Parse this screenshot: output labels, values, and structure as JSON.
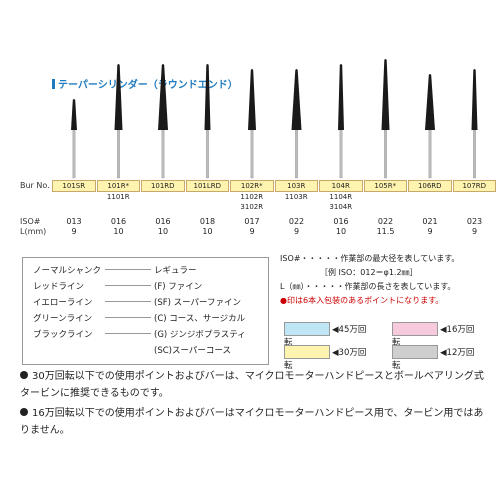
{
  "title": "テーパーシリンダー（ラウンドエンド）",
  "bur_no_label": "Bur No.",
  "iso_label": "ISO#",
  "len_label": "L(mm)",
  "burs": [
    {
      "code": "101SR",
      "sub": "",
      "iso": "013",
      "len": "9"
    },
    {
      "code": "101R*",
      "sub": "1101R",
      "iso": "016",
      "len": "10"
    },
    {
      "code": "101RD",
      "sub": "",
      "iso": "016",
      "len": "10"
    },
    {
      "code": "101LRD",
      "sub": "",
      "iso": "018",
      "len": "10"
    },
    {
      "code": "102R*",
      "sub": "1102R\n3102R",
      "iso": "017",
      "len": "9"
    },
    {
      "code": "103R",
      "sub": "1103R",
      "iso": "022",
      "len": "9"
    },
    {
      "code": "104R",
      "sub": "1104R\n3104R",
      "iso": "016",
      "len": "10"
    },
    {
      "code": "105R*",
      "sub": "",
      "iso": "022",
      "len": "11.5"
    },
    {
      "code": "106RD",
      "sub": "",
      "iso": "021",
      "len": "9"
    },
    {
      "code": "107RD",
      "sub": "",
      "iso": "023",
      "len": "9"
    }
  ],
  "legend": [
    {
      "k": "ノーマルシャンク",
      "v": "レギュラー"
    },
    {
      "k": "レッドライン",
      "v": "(F) ファイン"
    },
    {
      "k": "イエローライン",
      "v": "(SF) スーパーファイン"
    },
    {
      "k": "グリーンライン",
      "v": "(C) コース、サージカル"
    },
    {
      "k": "ブラックライン",
      "v": "(G) ジンジボプラスティ"
    },
    {
      "k": "",
      "v": "(SC)スーパーコース"
    }
  ],
  "notes": {
    "iso": "ISO#・・・・・作業部の最大径を表しています。",
    "iso_example": "［例 ISO：012＝φ1.2㎜］",
    "len": "L（㎜）・・・・・作業部の長さを表しています。",
    "star": "●印は6本入包装のあるポイントになります。"
  },
  "speeds": [
    {
      "label": "◀45万回転",
      "color": "#bfe6f5"
    },
    {
      "label": "◀16万回転",
      "color": "#f7c9dc"
    },
    {
      "label": "◀30万回転",
      "color": "#fff3b0"
    },
    {
      "label": "◀12万回転",
      "color": "#cfcfcf"
    }
  ],
  "footnotes": [
    "30万回転以下での使用ポイントおよびバーは、マイクロモーターハンドピースとボールベアリング式タービンに推奨できるものです。",
    "16万回転以下での使用ポイントおよびバーはマイクロモーターハンドピース用で、タービン用ではありません。"
  ]
}
